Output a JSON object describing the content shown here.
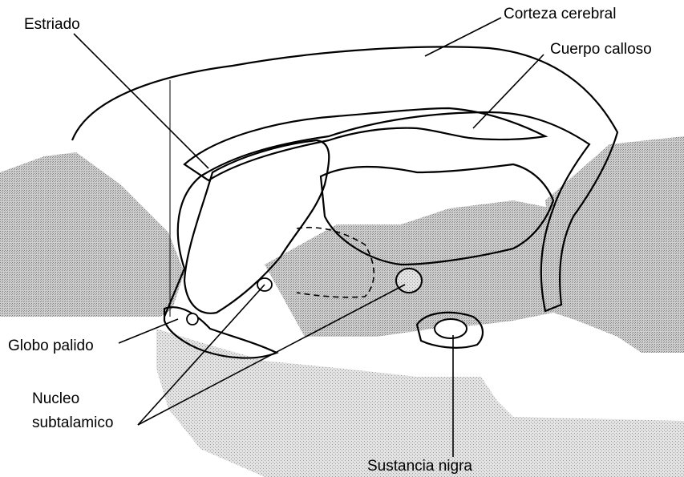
{
  "diagram": {
    "labels": {
      "estriado": "Estriado",
      "corteza": "Corteza cerebral",
      "cuerpo": "Cuerpo calloso",
      "globo": "Globo palido",
      "nucleo_line1": "Nucleo",
      "nucleo_line2": "subtalamico",
      "sustancia": "Sustancia nigra"
    },
    "colors": {
      "background": "#ffffff",
      "tissue_light": "#dcdcdc",
      "tissue_mid": "#c4c4c4",
      "striatum": "#707070",
      "globus": "#8a8a8a",
      "outline": "#000000"
    }
  }
}
